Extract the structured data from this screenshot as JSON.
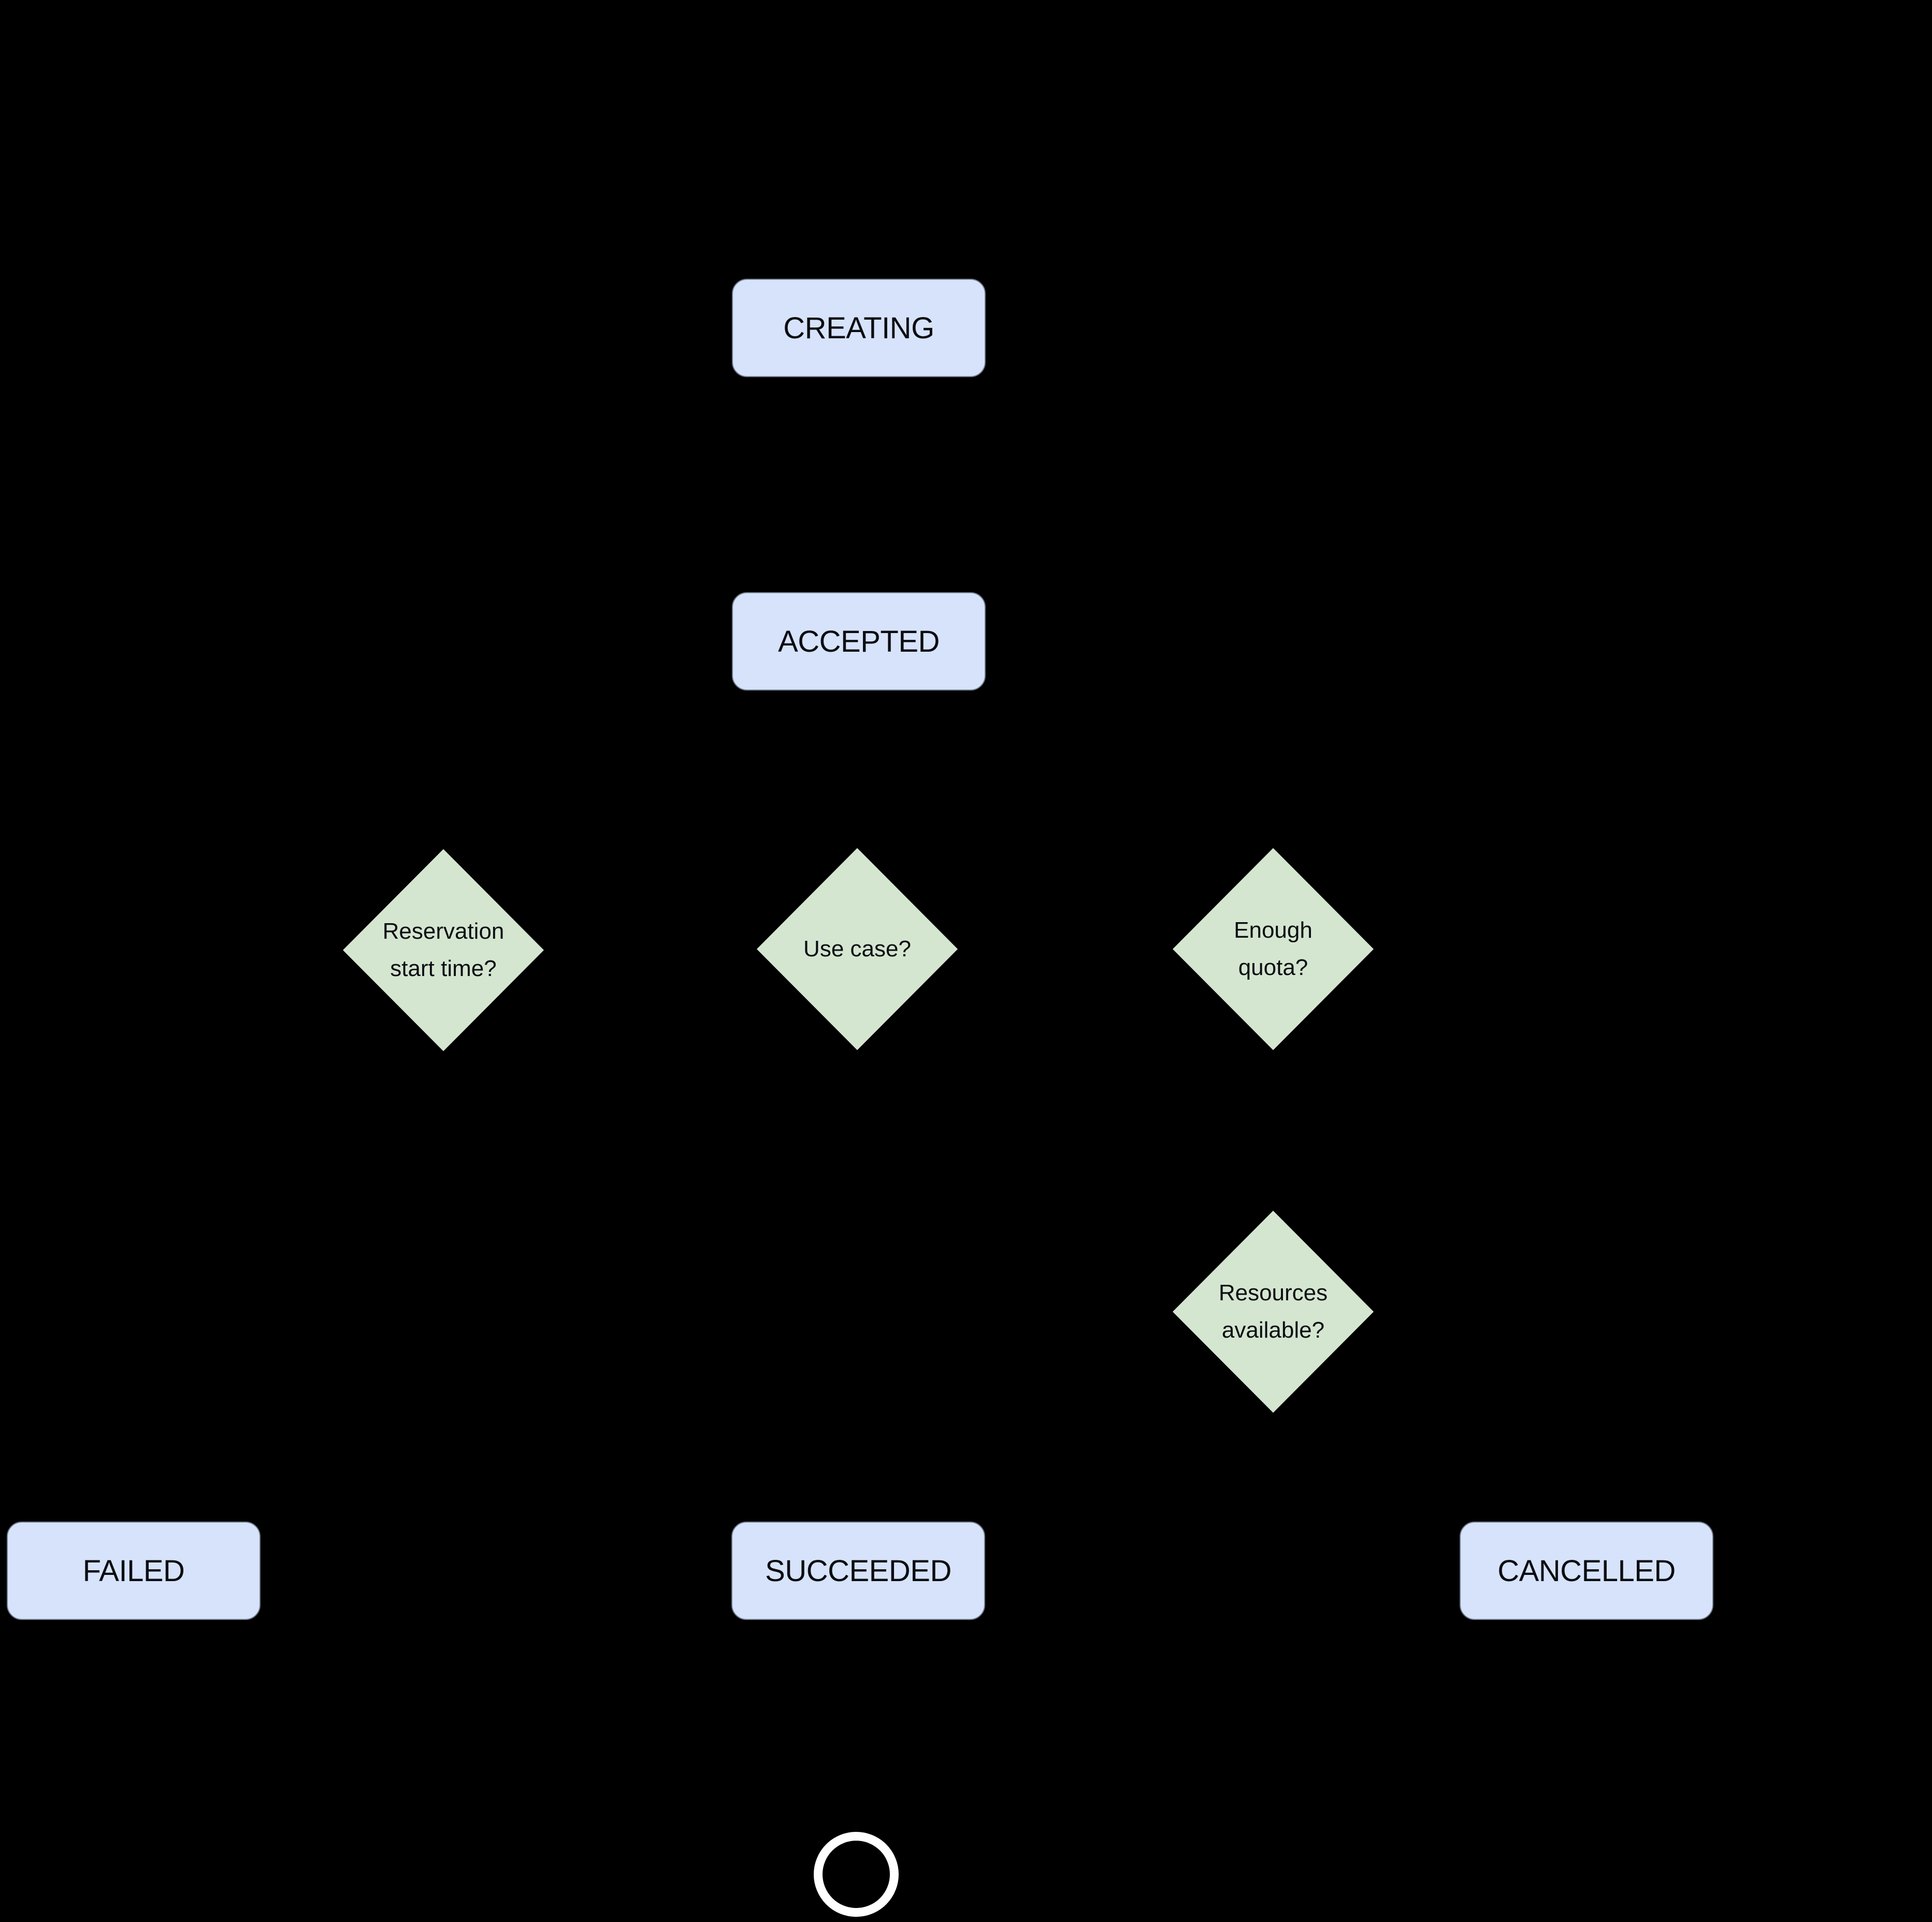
{
  "diagram": {
    "background": "#000000",
    "colors": {
      "state_fill": "#d7e3fa",
      "state_border": "#6f7b8a",
      "decision_fill": "#d5e6d0",
      "label_text": "#0b0d12",
      "terminator_ring": "#ffffff"
    },
    "states": {
      "creating": "CREATING",
      "accepted": "ACCEPTED",
      "failed": "FAILED",
      "succeeded": "SUCCEEDED",
      "cancelled": "CANCELLED"
    },
    "decisions": {
      "reservation_start_time": {
        "lines": [
          "Reservation",
          "start time?"
        ]
      },
      "use_case": {
        "lines": [
          "Use case?"
        ]
      },
      "enough_quota": {
        "lines": [
          "Enough",
          "quota?"
        ]
      },
      "resources_available": {
        "lines": [
          "Resources",
          "available?"
        ]
      }
    }
  }
}
